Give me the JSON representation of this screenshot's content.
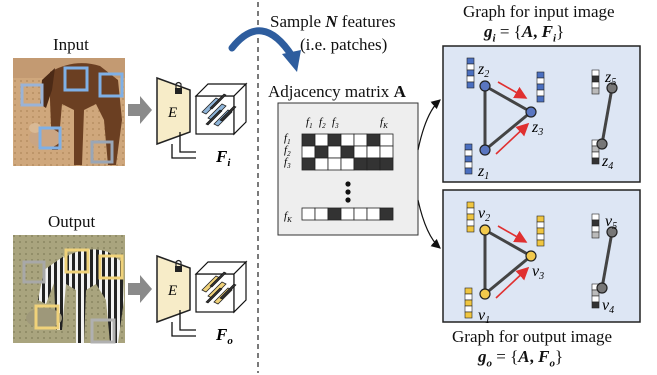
{
  "input_panel": {
    "label": "Input"
  },
  "output_panel": {
    "label": "Output"
  },
  "encoder": {
    "label": "E"
  },
  "features_input": {
    "base": "F",
    "sub": "i"
  },
  "features_output": {
    "base": "F",
    "sub": "o"
  },
  "sampling": {
    "line1_prefix": "Sample ",
    "line1_var": "N",
    "line1_suffix": " features",
    "line2": "(i.e. patches)"
  },
  "adjacency": {
    "title_prefix": "Adjacency matrix ",
    "title_var": "A",
    "col_labels": [
      {
        "base": "f",
        "sub": "1"
      },
      {
        "base": "f",
        "sub": "2"
      },
      {
        "base": "f",
        "sub": "3"
      },
      {
        "base": "f",
        "sub": "K"
      }
    ],
    "row_labels": [
      {
        "base": "f",
        "sub": "1"
      },
      {
        "base": "f",
        "sub": "2"
      },
      {
        "base": "f",
        "sub": "3"
      },
      {
        "base": "f",
        "sub": "K"
      }
    ],
    "pattern": [
      [
        1,
        0,
        1,
        0,
        0,
        1,
        0
      ],
      [
        0,
        1,
        0,
        1,
        0,
        0,
        0
      ],
      [
        1,
        0,
        0,
        0,
        1,
        1,
        1
      ]
    ],
    "last_row_pattern": [
      0,
      0,
      1,
      0,
      0,
      0,
      1
    ]
  },
  "graph_input": {
    "title": "Graph for input image",
    "formula_g": "g",
    "formula_sub": "i",
    "formula_rest_open": " = {",
    "formula_A": "A",
    "formula_comma": ", ",
    "formula_F": "F",
    "formula_close": "}",
    "nodes": [
      {
        "base": "z",
        "sub": "2"
      },
      {
        "base": "z",
        "sub": "3"
      },
      {
        "base": "z",
        "sub": "1"
      },
      {
        "base": "z",
        "sub": "5"
      },
      {
        "base": "z",
        "sub": "4"
      }
    ]
  },
  "graph_output": {
    "title": "Graph for output image",
    "formula_g": "g",
    "formula_sub": "o",
    "formula_rest_open": " = {",
    "formula_A": "A",
    "formula_comma": ", ",
    "formula_F": "F",
    "formula_close": "}",
    "nodes": [
      {
        "base": "v",
        "sub": "2"
      },
      {
        "base": "v",
        "sub": "3"
      },
      {
        "base": "v",
        "sub": "1"
      },
      {
        "base": "v",
        "sub": "5"
      },
      {
        "base": "v",
        "sub": "4"
      }
    ]
  },
  "colors": {
    "encoder_fill": "#f7ecc8",
    "panel_fill": "#dde6f4",
    "input_patch": "#8fb5d9",
    "output_patch": "#f0d27a",
    "node_blue": "#5a76c0",
    "node_yellow": "#f2c94c",
    "edge_red": "#e03030",
    "arrow_blue": "#2e5d9e"
  }
}
